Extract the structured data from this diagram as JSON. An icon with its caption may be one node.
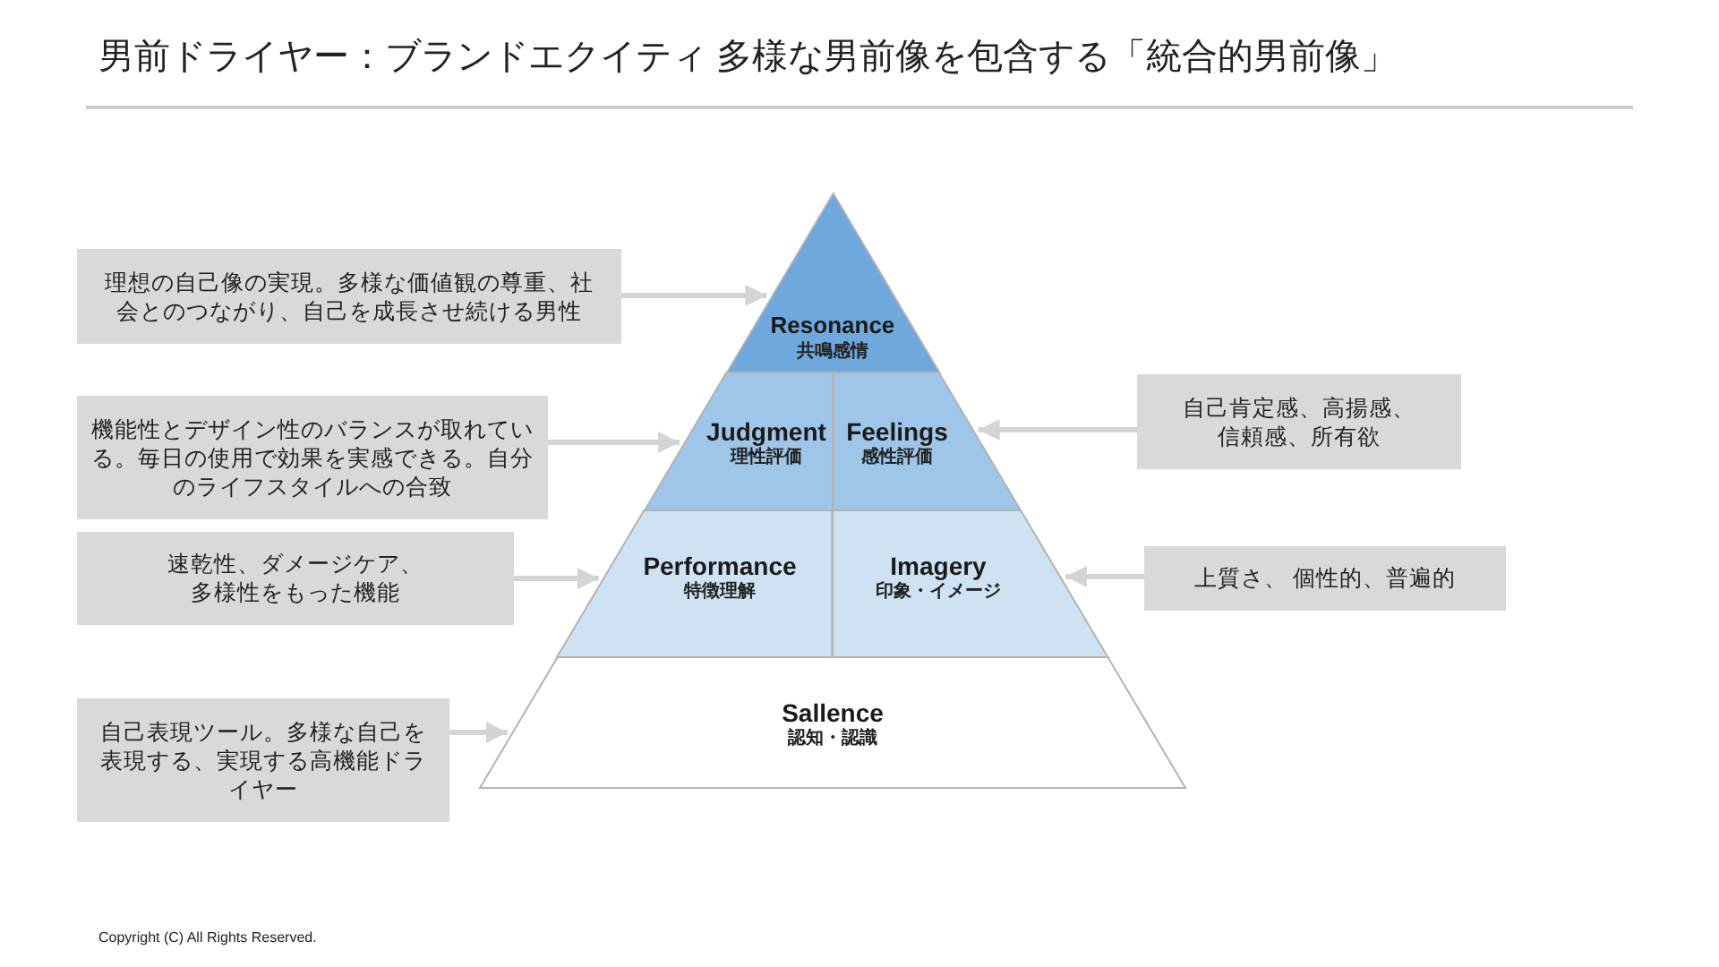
{
  "diagram": {
    "title": "男前ドライヤー：ブランドエクイティ 多様な男前像を包含する「統合的男前像」",
    "nodes": [
      {
        "text": [
          "理想の自己像の実現。多様な価値観の尊重、社会とのつながり、自己を成長させ続ける男性"
        ]
      },
      {
        "text": [
          "Resonance",
          "共鳴感情"
        ]
      },
      {
        "text": [
          "機能性とデザイン性のバランスが取れている。毎日の使用で効果を実感できる。自分のライフスタイルへの合致"
        ]
      },
      {
        "text": [
          "Judgment",
          "理性評価"
        ]
      },
      {
        "text": [
          "Feelings",
          "感性評価"
        ]
      },
      {
        "text": [
          "自己肯定感、高揚感、信頼感、所有欲"
        ]
      },
      {
        "text": [
          "速乾性、ダメージケア、多様性をもった機能"
        ]
      },
      {
        "text": [
          "Performance",
          "特徴理解"
        ]
      },
      {
        "text": [
          "Imagery",
          "印象・イメージ"
        ]
      },
      {
        "text": [
          "上質さ、 個性的、普遍的"
        ]
      },
      {
        "text": [
          "自己表現ツール。多様な自己を表現する、実現する高機能ドライヤー"
        ]
      },
      {
        "text": [
          "Sallence",
          "認知・認識"
        ]
      }
    ],
    "edges": [
      {
        "from": 0,
        "to": 1,
        "arrow": "to"
      },
      {
        "from": 2,
        "to": 3,
        "arrow": "to"
      },
      {
        "from": 5,
        "to": 4,
        "arrow": "to"
      },
      {
        "from": 6,
        "to": 7,
        "arrow": "to"
      },
      {
        "from": 9,
        "to": 8,
        "arrow": "to"
      },
      {
        "from": 10,
        "to": 11,
        "arrow": "to"
      }
    ],
    "labels": [
      "Copyright (C) All Rights Reserved."
    ]
  }
}
